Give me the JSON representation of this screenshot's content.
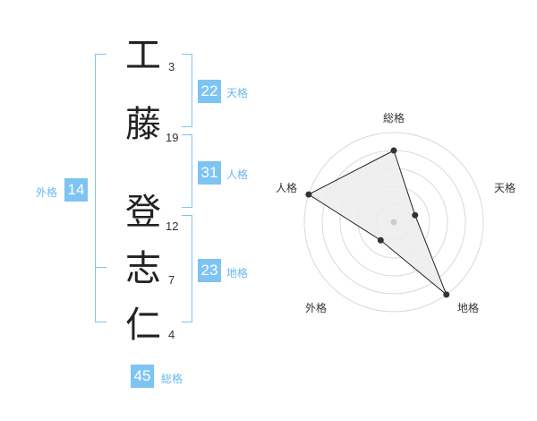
{
  "characters": [
    {
      "char": "工",
      "strokes": "3"
    },
    {
      "char": "藤",
      "strokes": "19"
    },
    {
      "char": "登",
      "strokes": "12"
    },
    {
      "char": "志",
      "strokes": "7"
    },
    {
      "char": "仁",
      "strokes": "4"
    }
  ],
  "fortunes": {
    "tenkaku": {
      "value": "22",
      "label": "天格"
    },
    "jinkaku": {
      "value": "31",
      "label": "人格"
    },
    "chikaku": {
      "value": "23",
      "label": "地格"
    },
    "gaikaku": {
      "value": "14",
      "label": "外格"
    },
    "soukaku": {
      "value": "45",
      "label": "総格"
    }
  },
  "chart_data": {
    "type": "radar",
    "axes": [
      "総格",
      "天格",
      "地格",
      "外格",
      "人格"
    ],
    "values": [
      0.8,
      0.25,
      1.0,
      0.25,
      1.0
    ],
    "rings": 5,
    "colors": {
      "fill": "#ececec",
      "stroke": "#222222",
      "point": "#333333",
      "grid": "#d9d9d9",
      "center": "#cccccc"
    }
  }
}
